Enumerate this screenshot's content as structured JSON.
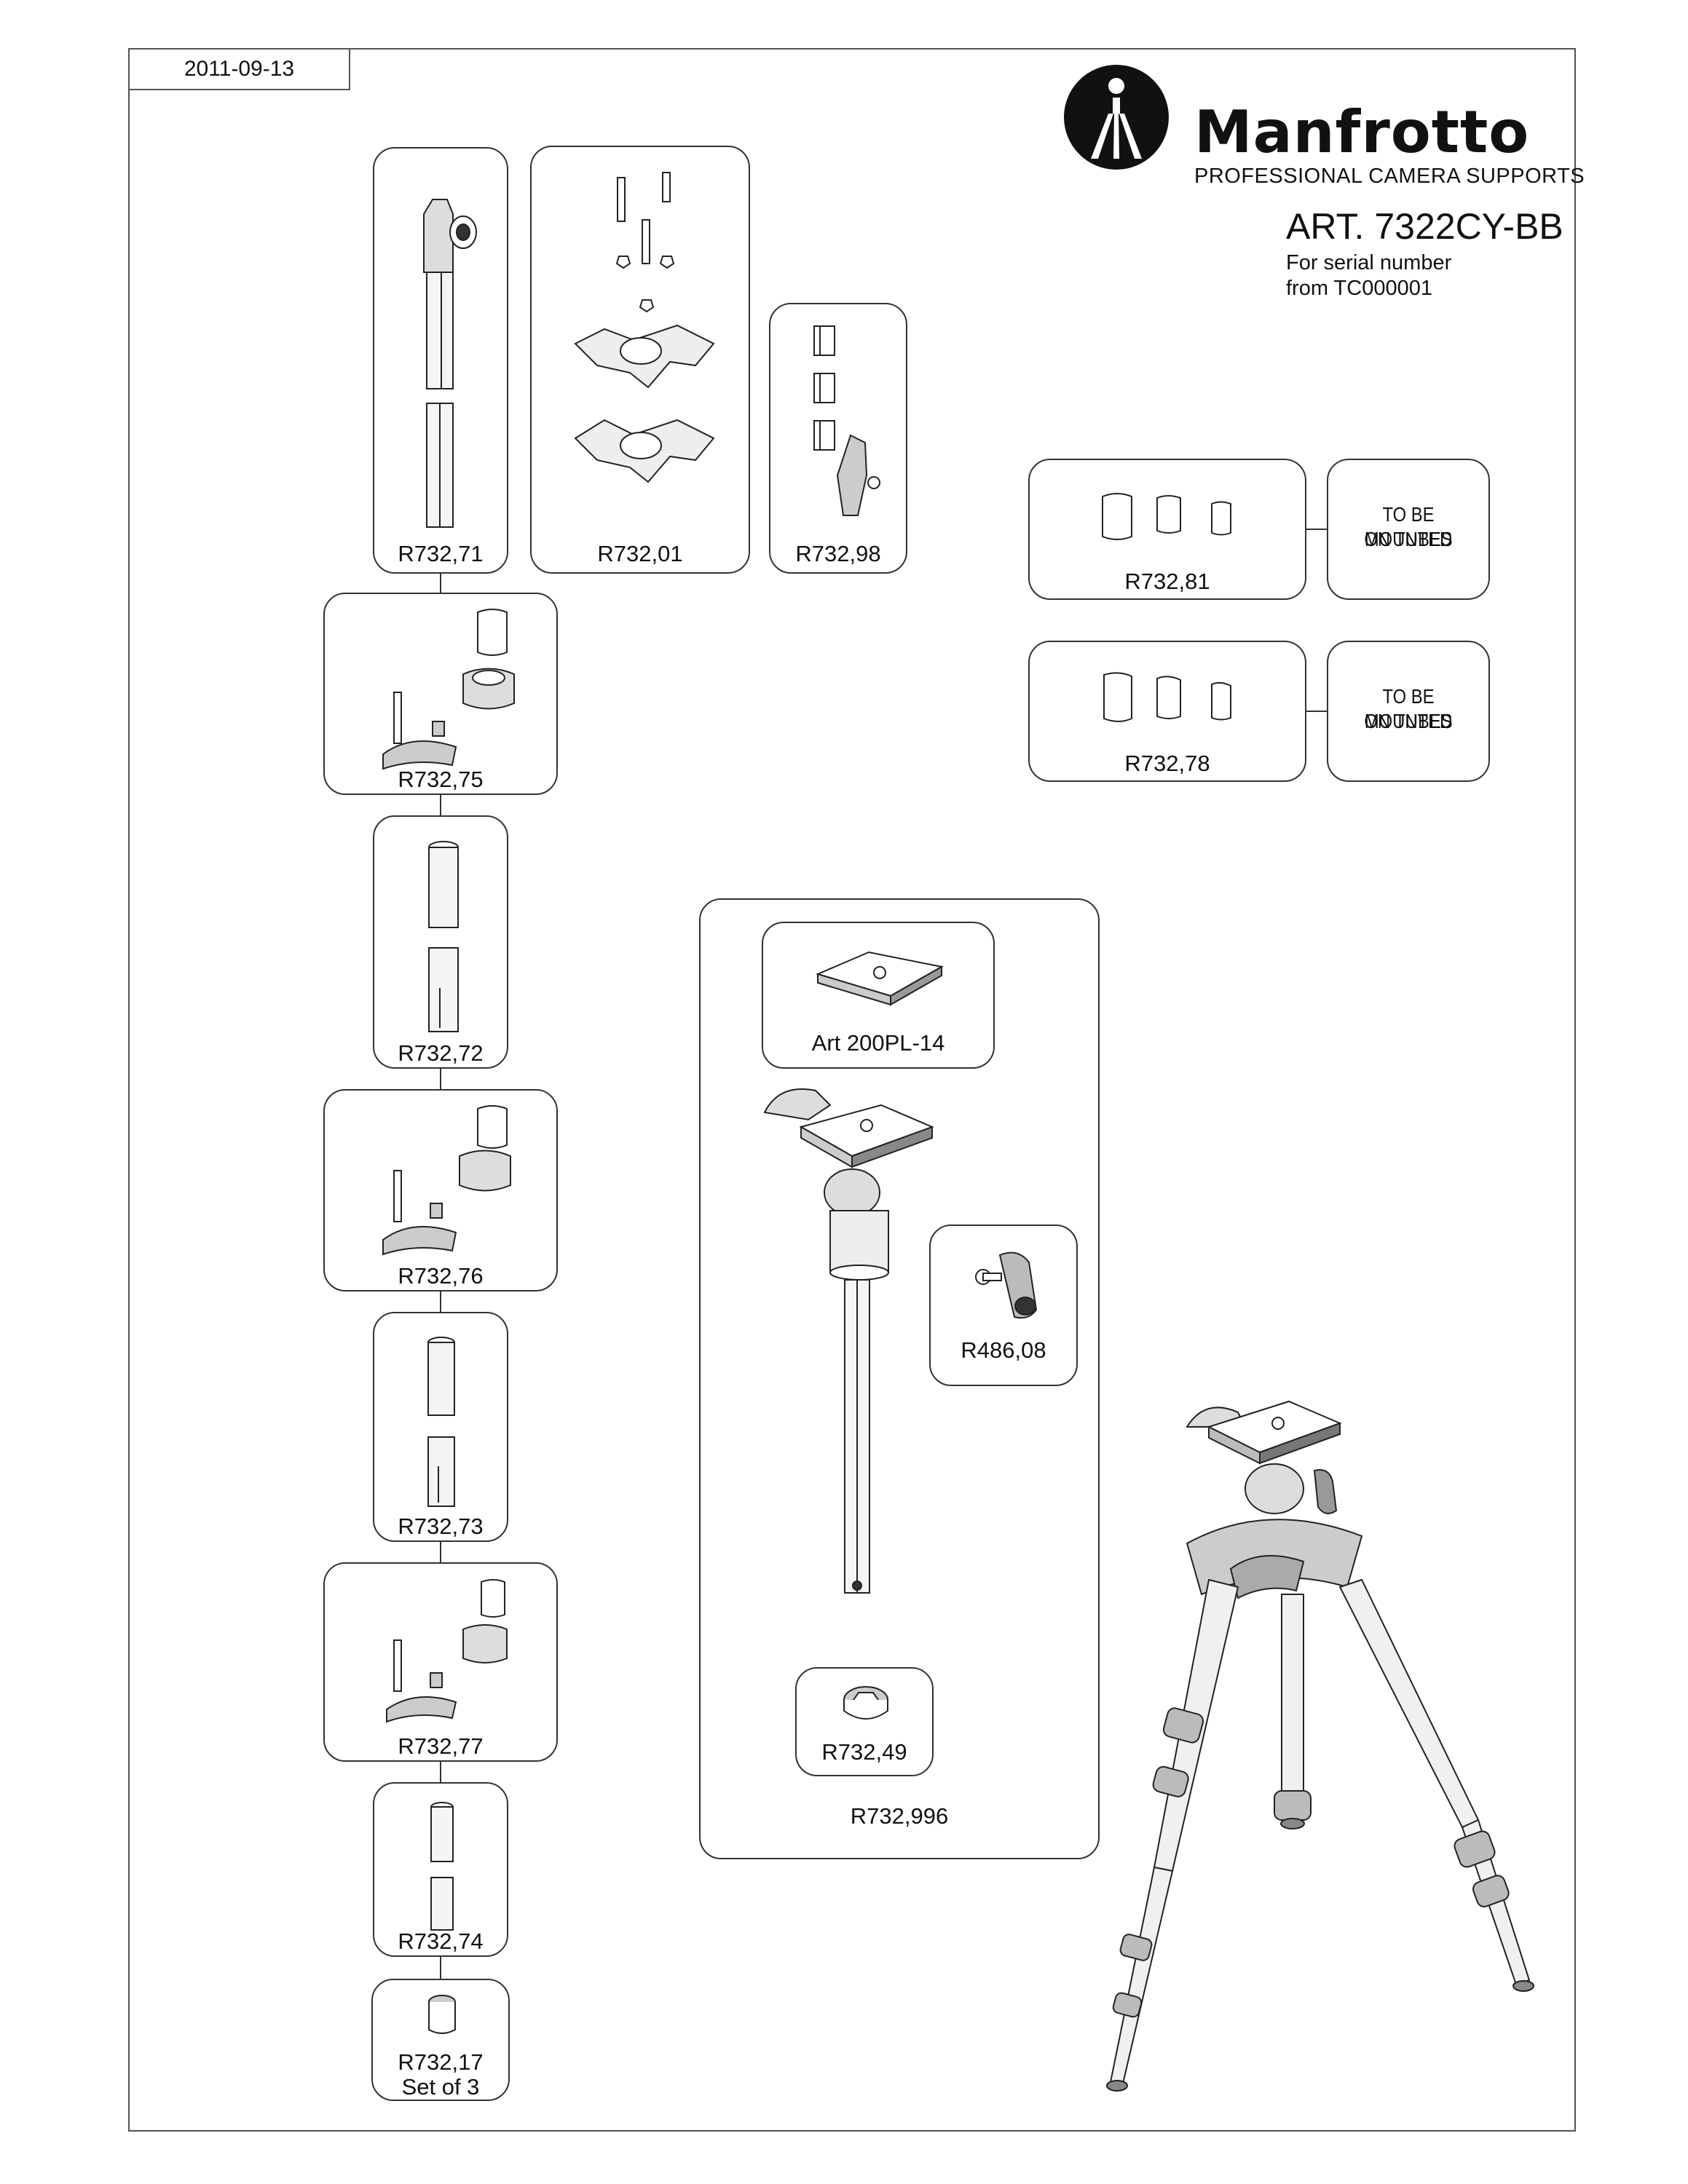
{
  "header": {
    "date": "2011-09-13",
    "brand": "Manfrotto",
    "tagline": "PROFESSIONAL CAMERA SUPPORTS",
    "article": "ART. 7322CY-BB",
    "serial_line1": "For serial number",
    "serial_line2": "from TC000001"
  },
  "parts": {
    "r73271": "R732,71",
    "r73201": "R732,01",
    "r73298": "R732,98",
    "r73281": "R732,81",
    "r73278": "R732,78",
    "r73275": "R732,75",
    "r73272": "R732,72",
    "r73276": "R732,76",
    "r73273": "R732,73",
    "r73277": "R732,77",
    "r73274": "R732,74",
    "r73217": "R732,17",
    "r73217_note": "Set of 3",
    "art200pl": "Art 200PL-14",
    "r48608": "R486,08",
    "r73249": "R732,49",
    "r732996": "R732,996"
  },
  "notes": {
    "mount1_line1": "TO BE MOUNTED",
    "mount1_line2": "ON TUBES",
    "mount2_line1": "TO BE MOUNTED",
    "mount2_line2": "ON TUBES"
  },
  "icons": [
    "manfrotto-logo-icon",
    "tripod-illustration"
  ]
}
